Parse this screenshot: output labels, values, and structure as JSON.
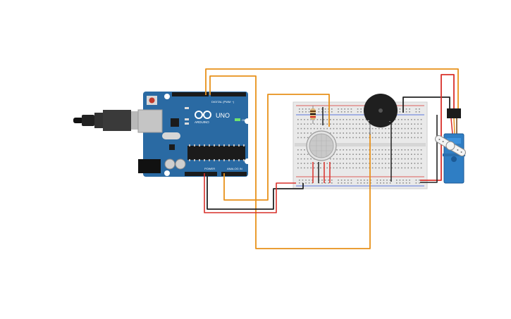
{
  "board": {
    "brand": "ARDUINO",
    "model": "UNO",
    "digital_label": "DIGITAL (PWM ~)",
    "power_label": "POWER",
    "analog_label": "ANALOG IN",
    "on_label": "ON"
  },
  "colors": {
    "board": "#2a6aa3",
    "wire_orange": "#e8911a",
    "wire_black": "#222222",
    "wire_red": "#d9302a",
    "breadboard": "#e9e9e9",
    "servo": "#2f7ec4"
  },
  "components": [
    {
      "name": "arduino-uno",
      "icon": "arduino-board-icon"
    },
    {
      "name": "usb-cable",
      "icon": "usb-plug-icon"
    },
    {
      "name": "breadboard",
      "icon": "breadboard-icon"
    },
    {
      "name": "gas-sensor",
      "icon": "gas-sensor-icon"
    },
    {
      "name": "piezo-buzzer",
      "icon": "buzzer-icon"
    },
    {
      "name": "resistor",
      "icon": "resistor-icon"
    },
    {
      "name": "micro-servo",
      "icon": "servo-icon"
    }
  ]
}
